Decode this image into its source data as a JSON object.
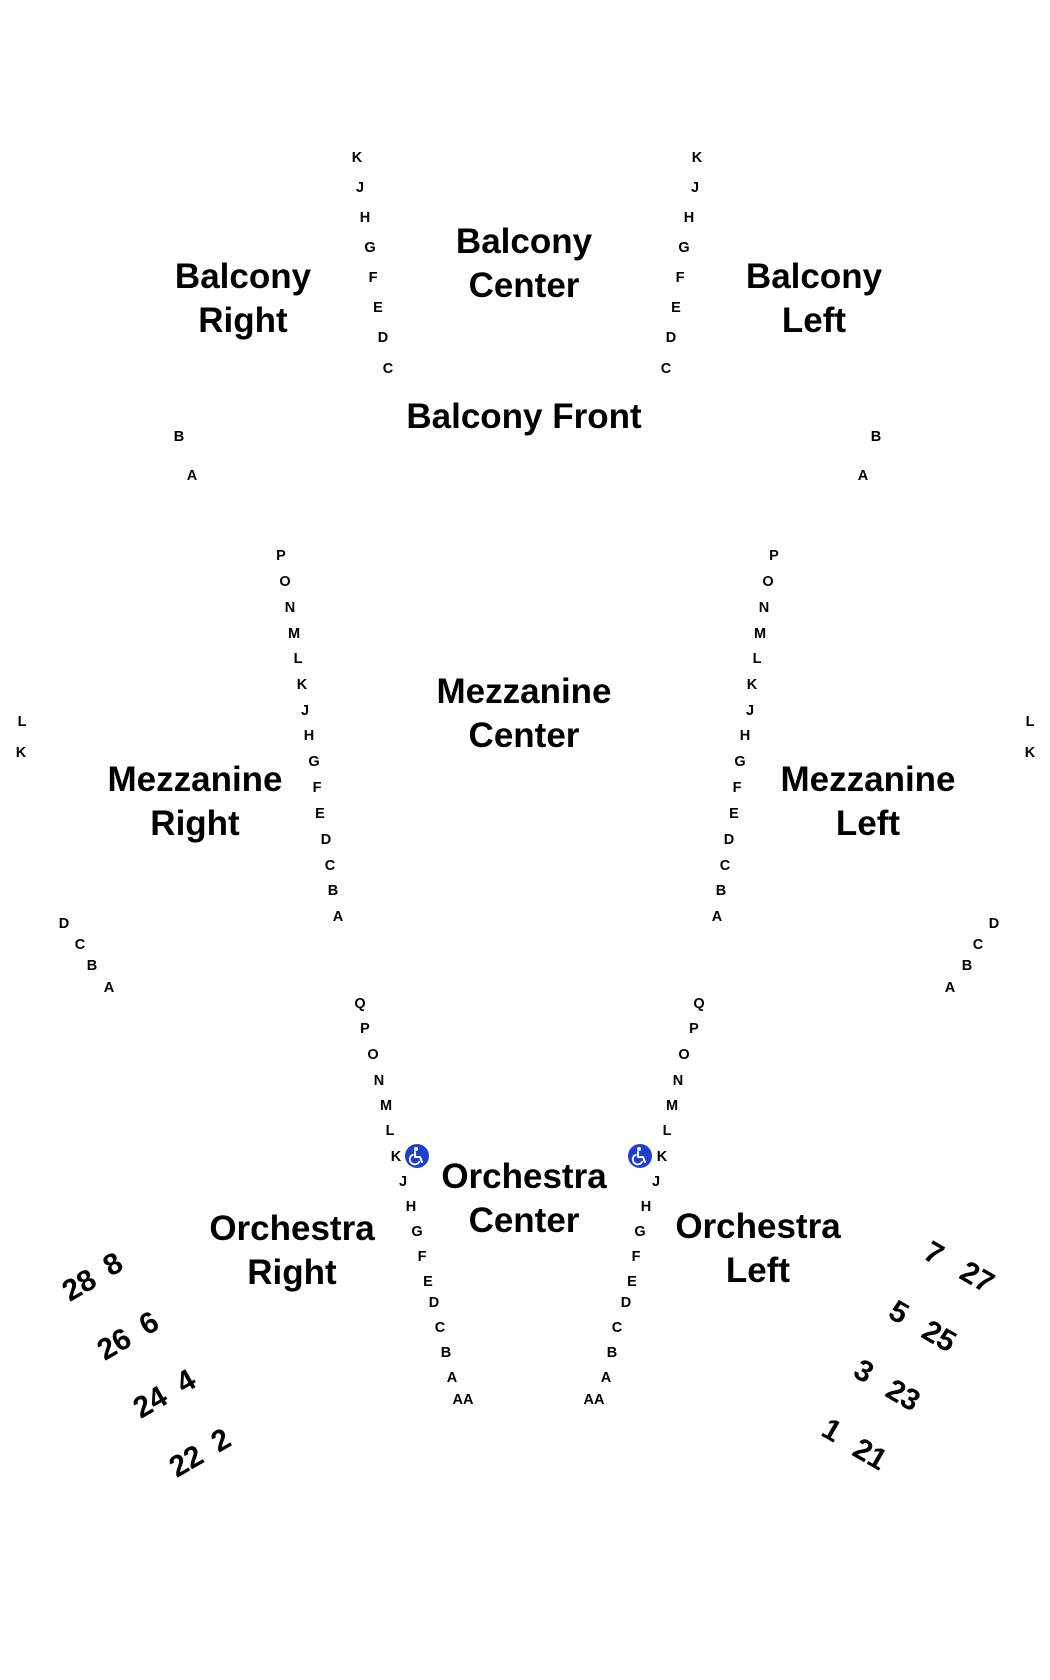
{
  "venue_map": {
    "sections": {
      "balcony_right": [
        "Balcony",
        "Right"
      ],
      "balcony_center": [
        "Balcony",
        "Center"
      ],
      "balcony_left": [
        "Balcony",
        "Left"
      ],
      "balcony_front": [
        "Balcony Front"
      ],
      "mezzanine_center": [
        "Mezzanine",
        "Center"
      ],
      "mezzanine_right": [
        "Mezzanine",
        "Right"
      ],
      "mezzanine_left": [
        "Mezzanine",
        "Left"
      ],
      "orchestra_center": [
        "Orchestra",
        "Center"
      ],
      "orchestra_right": [
        "Orchestra",
        "Right"
      ],
      "orchestra_left": [
        "Orchestra",
        "Left"
      ]
    },
    "rows": {
      "balcony_inner_right": [
        "K",
        "J",
        "H",
        "G",
        "F",
        "E",
        "D",
        "C"
      ],
      "balcony_inner_left": [
        "K",
        "J",
        "H",
        "G",
        "F",
        "E",
        "D",
        "C"
      ],
      "balcony_outer_right": [
        "B",
        "A"
      ],
      "balcony_outer_left": [
        "B",
        "A"
      ],
      "mezzanine_inner_right": [
        "P",
        "O",
        "N",
        "M",
        "L",
        "K",
        "J",
        "H",
        "G",
        "F",
        "E",
        "D",
        "C",
        "B",
        "A"
      ],
      "mezzanine_inner_left": [
        "P",
        "O",
        "N",
        "M",
        "L",
        "K",
        "J",
        "H",
        "G",
        "F",
        "E",
        "D",
        "C",
        "B",
        "A"
      ],
      "mezzanine_edge_right_top": [
        "L",
        "K"
      ],
      "mezzanine_edge_left_top": [
        "L",
        "K"
      ],
      "mezzanine_edge_right_bottom": [
        "D",
        "C",
        "B",
        "A"
      ],
      "mezzanine_edge_left_bottom": [
        "D",
        "C",
        "B",
        "A"
      ],
      "orchestra_inner_right": [
        "Q",
        "P",
        "O",
        "N",
        "M",
        "L",
        "K",
        "J",
        "H",
        "G",
        "F",
        "E",
        "D",
        "C",
        "B",
        "A",
        "AA"
      ],
      "orchestra_inner_left": [
        "Q",
        "P",
        "O",
        "N",
        "M",
        "L",
        "K",
        "J",
        "H",
        "G",
        "F",
        "E",
        "D",
        "C",
        "B",
        "A",
        "AA"
      ]
    },
    "seat_numbers": {
      "orchestra_right": [
        [
          "28",
          "8"
        ],
        [
          "26",
          "6"
        ],
        [
          "24",
          "4"
        ],
        [
          "22",
          "2"
        ]
      ],
      "orchestra_left": [
        [
          "7",
          "27"
        ],
        [
          "5",
          "25"
        ],
        [
          "3",
          "23"
        ],
        [
          "1",
          "21"
        ]
      ]
    },
    "icons": {
      "accessible": "wheelchair-icon",
      "accessible_color": "#1f3fd0"
    }
  }
}
